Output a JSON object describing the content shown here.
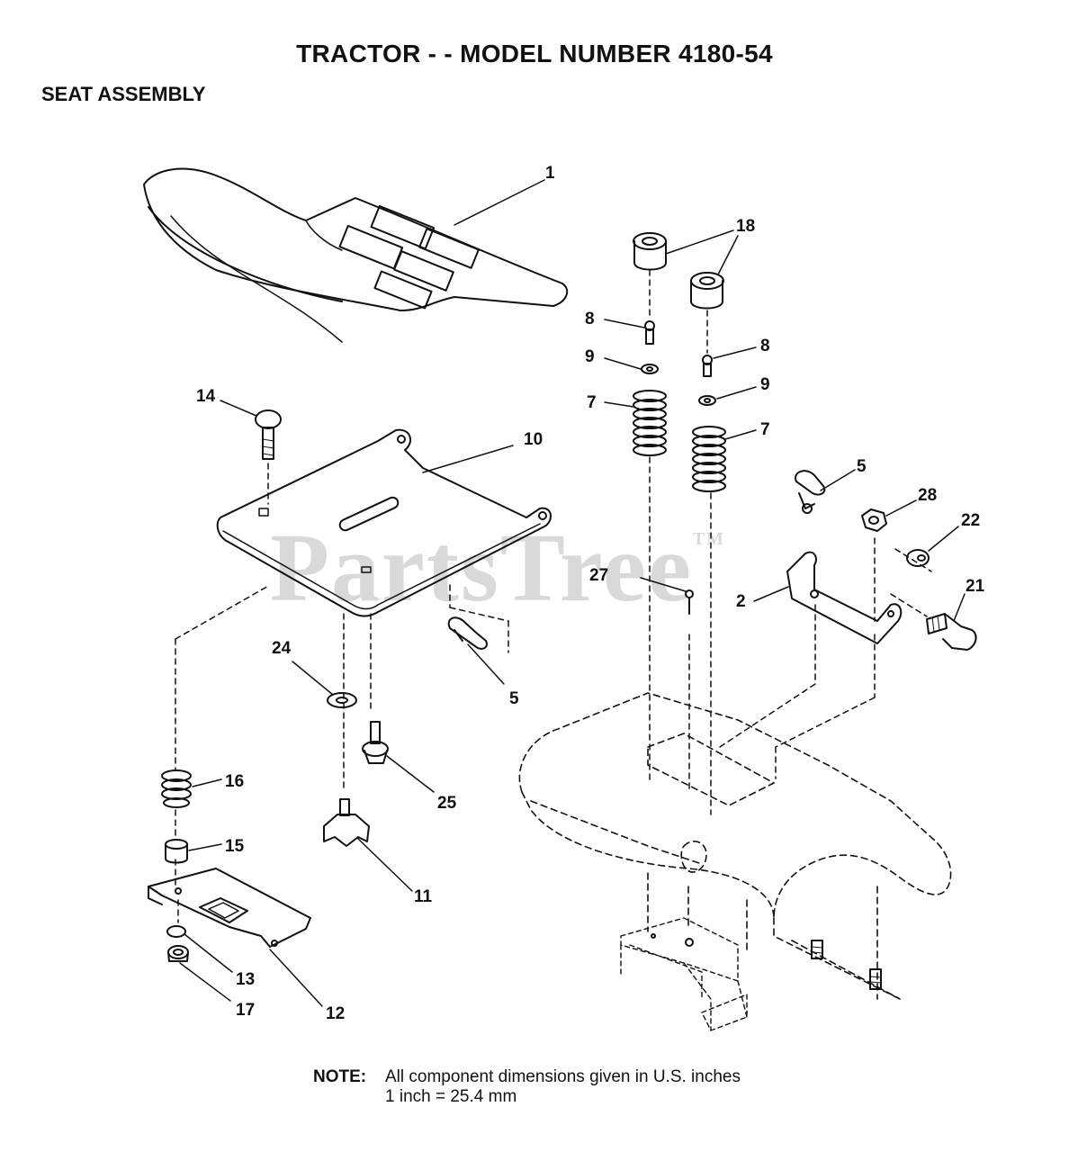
{
  "header": {
    "title": "TRACTOR - - MODEL NUMBER 4180-54",
    "subtitle": "SEAT ASSEMBLY"
  },
  "watermark": {
    "text": "PartsTree",
    "mark": "TM"
  },
  "callouts": [
    {
      "key": "c1",
      "text": "1"
    },
    {
      "key": "c18",
      "text": "18"
    },
    {
      "key": "c8a",
      "text": "8"
    },
    {
      "key": "c8b",
      "text": "8"
    },
    {
      "key": "c9a",
      "text": "9"
    },
    {
      "key": "c9b",
      "text": "9"
    },
    {
      "key": "c7a",
      "text": "7"
    },
    {
      "key": "c7b",
      "text": "7"
    },
    {
      "key": "c14",
      "text": "14"
    },
    {
      "key": "c10",
      "text": "10"
    },
    {
      "key": "c5a",
      "text": "5"
    },
    {
      "key": "c28",
      "text": "28"
    },
    {
      "key": "c22",
      "text": "22"
    },
    {
      "key": "c27",
      "text": "27"
    },
    {
      "key": "c2",
      "text": "2"
    },
    {
      "key": "c21",
      "text": "21"
    },
    {
      "key": "c24",
      "text": "24"
    },
    {
      "key": "c5b",
      "text": "5"
    },
    {
      "key": "c16",
      "text": "16"
    },
    {
      "key": "c25",
      "text": "25"
    },
    {
      "key": "c15",
      "text": "15"
    },
    {
      "key": "c11",
      "text": "11"
    },
    {
      "key": "c13",
      "text": "13"
    },
    {
      "key": "c17",
      "text": "17"
    },
    {
      "key": "c12",
      "text": "12"
    }
  ],
  "note": {
    "label": "NOTE:",
    "line1": "All component dimensions given in U.S. inches",
    "line2": "1 inch = 25.4 mm"
  }
}
